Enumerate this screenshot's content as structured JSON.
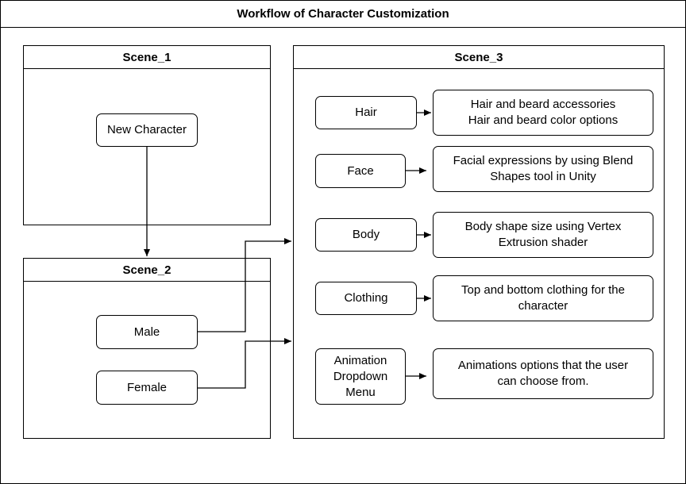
{
  "diagram": {
    "title": "Workflow of Character Customization",
    "scene1": {
      "label": "Scene_1",
      "nodes": {
        "new_character": "New Character"
      }
    },
    "scene2": {
      "label": "Scene_2",
      "nodes": {
        "male": "Male",
        "female": "Female"
      }
    },
    "scene3": {
      "label": "Scene_3",
      "rows": [
        {
          "option": "Hair",
          "detail": "Hair and beard accessories\nHair and beard color options"
        },
        {
          "option": "Face",
          "detail": "Facial expressions by using Blend\nShapes tool in Unity"
        },
        {
          "option": "Body",
          "detail": "Body shape size using Vertex\nExtrusion shader"
        },
        {
          "option": "Clothing",
          "detail": "Top and bottom clothing for the\ncharacter"
        },
        {
          "option": "Animation\nDropdown\nMenu",
          "detail": "Animations options that the user\ncan choose from."
        }
      ]
    },
    "edges": [
      {
        "from": "New Character",
        "to": "Scene_2"
      },
      {
        "from": "Male",
        "to": "Scene_3"
      },
      {
        "from": "Female",
        "to": "Scene_3"
      },
      {
        "from": "Hair",
        "to": "Hair and beard accessories / Hair and beard color options"
      },
      {
        "from": "Face",
        "to": "Facial expressions by using Blend Shapes tool in Unity"
      },
      {
        "from": "Body",
        "to": "Body shape size using Vertex Extrusion shader"
      },
      {
        "from": "Clothing",
        "to": "Top and bottom clothing for the character"
      },
      {
        "from": "Animation Dropdown Menu",
        "to": "Animations options that the user can choose from."
      }
    ]
  }
}
